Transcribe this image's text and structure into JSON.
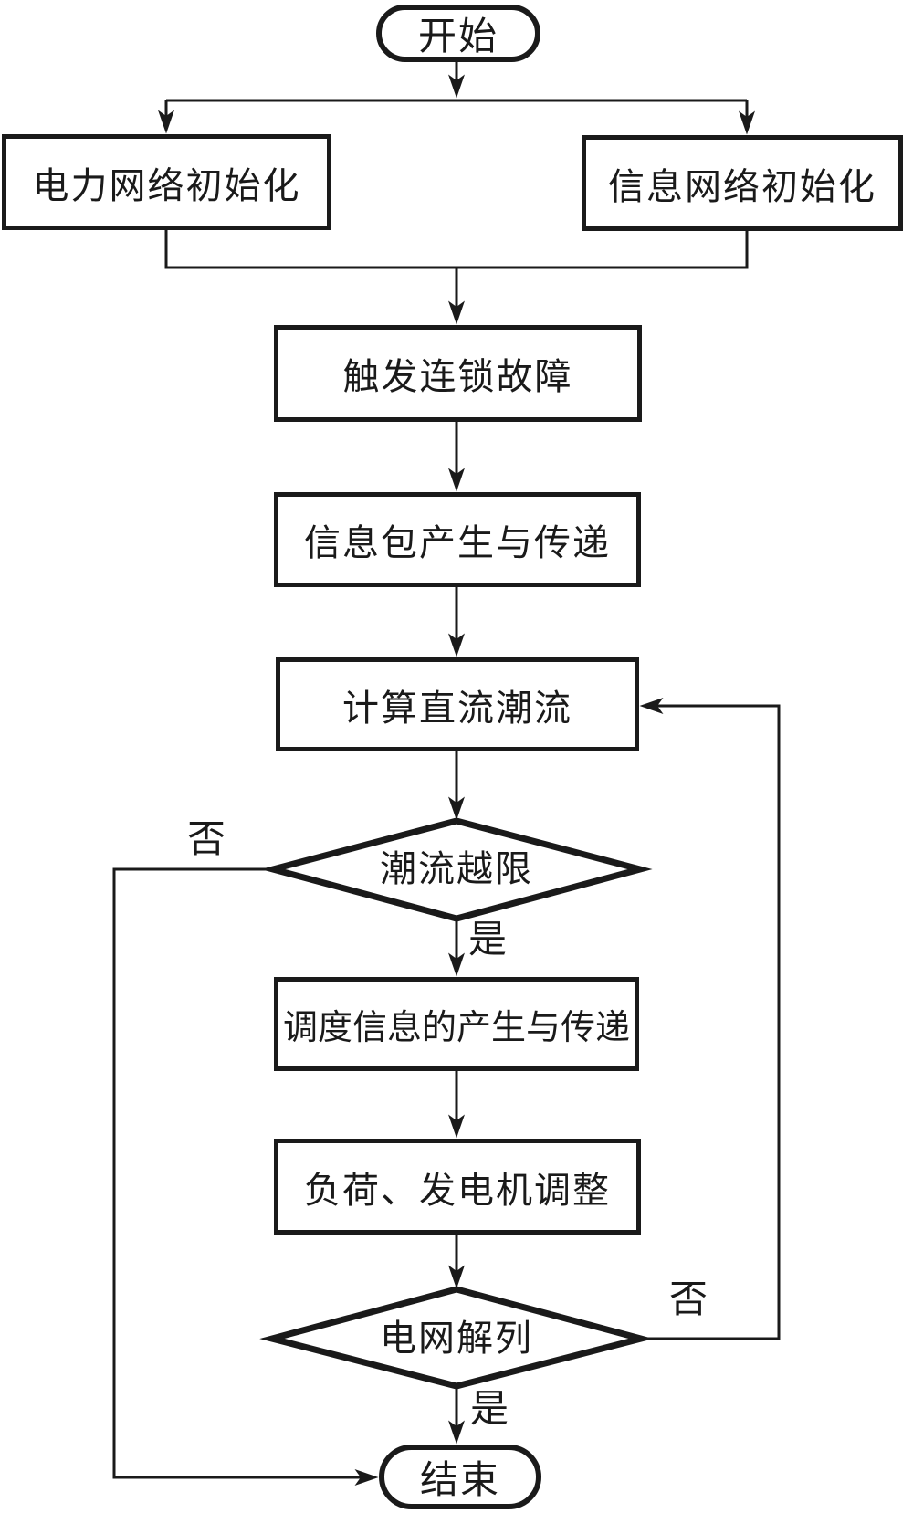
{
  "nodes": {
    "start": {
      "label": "开始"
    },
    "init_power": {
      "label": "电力网络初始化"
    },
    "init_info": {
      "label": "信息网络初始化"
    },
    "trigger": {
      "label": "触发连锁故障"
    },
    "packet": {
      "label": "信息包产生与传递"
    },
    "dcflow": {
      "label": "计算直流潮流"
    },
    "overlimit": {
      "label": "潮流越限"
    },
    "dispatch": {
      "label": "调度信息的产生与传递"
    },
    "adjust": {
      "label": "负荷、发电机调整"
    },
    "split": {
      "label": "电网解列"
    },
    "end": {
      "label": "结束"
    }
  },
  "edge_labels": {
    "overlimit_no": "否",
    "overlimit_yes": "是",
    "split_no": "否",
    "split_yes": "是"
  },
  "colors": {
    "ink": "#1a1a1a",
    "background": "#ffffff"
  }
}
